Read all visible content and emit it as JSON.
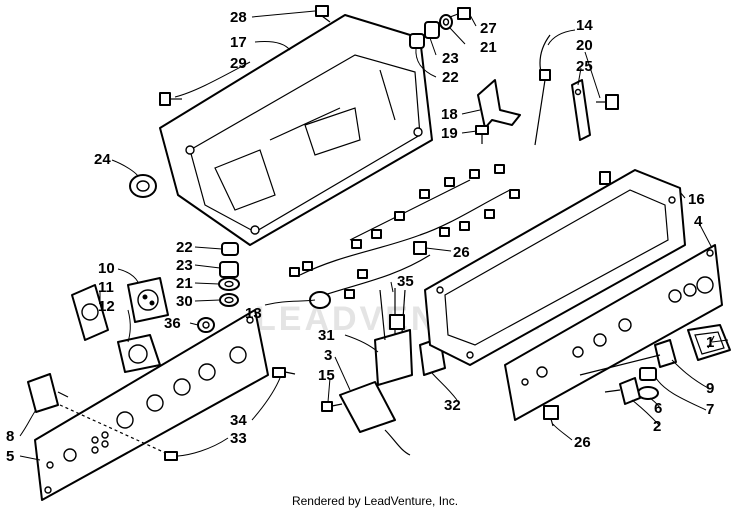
{
  "footer_text": "Rendered by LeadVenture, Inc.",
  "watermark_text": "LEADVENTURE",
  "callouts": {
    "c1": "1",
    "c2": "2",
    "c3": "3",
    "c4": "4",
    "c5": "5",
    "c6": "6",
    "c7": "7",
    "c8": "8",
    "c9": "9",
    "c10": "10",
    "c11": "11",
    "c12": "12",
    "c13": "13",
    "c14": "14",
    "c15": "15",
    "c16": "16",
    "c17": "17",
    "c18": "18",
    "c19": "19",
    "c20": "20",
    "c21a": "21",
    "c21b": "21",
    "c22a": "22",
    "c22b": "22",
    "c23a": "23",
    "c23b": "23",
    "c24": "24",
    "c25": "25",
    "c26a": "26",
    "c26b": "26",
    "c27": "27",
    "c28": "28",
    "c29": "29",
    "c30": "30",
    "c31": "31",
    "c32": "32",
    "c33": "33",
    "c34": "34",
    "c35": "35",
    "c36": "36"
  }
}
